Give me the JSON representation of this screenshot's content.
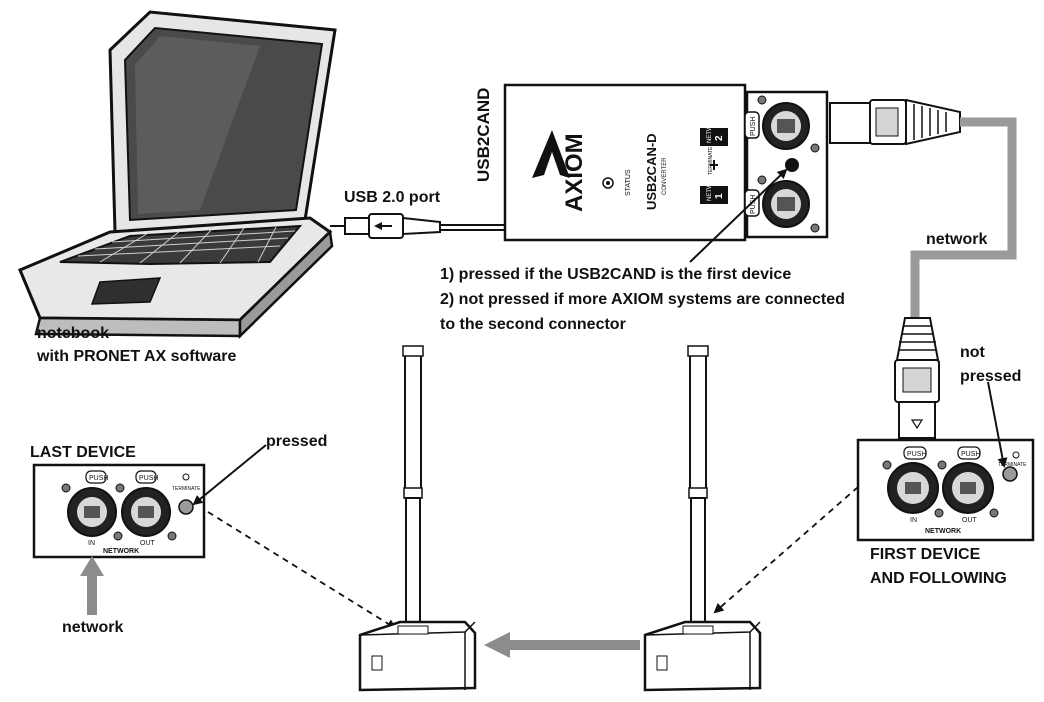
{
  "labels": {
    "usb_port": "USB 2.0 port",
    "usb2cand_vertical": "USB2CAND",
    "network_top": "network",
    "notes": [
      "1) pressed if the USB2CAND is the first device",
      "2) not pressed if more AXIOM systems are connected",
      "to the second connector"
    ],
    "notebook": [
      "notebook",
      "with PRONET AX software"
    ],
    "not_pressed": [
      "not",
      "pressed"
    ],
    "last_device": "LAST DEVICE",
    "pressed": "pressed",
    "first_device": [
      "FIRST DEVICE",
      "AND FOLLOWING"
    ],
    "network_bottom": "network"
  },
  "converter": {
    "brand": "AXIOM",
    "model": "USB2CAN-D",
    "model_sub": "CONVERTER",
    "status": "STATUS",
    "network_2": "NETWORK",
    "network_2_num": "2",
    "network_1": "NETWORK",
    "network_1_num": "1",
    "terminate": "TERMINATE",
    "push": "PUSH"
  },
  "panels": {
    "push": "PUSH",
    "in": "IN",
    "out": "OUT",
    "network": "NETWORK",
    "terminate": "TERMINATE"
  },
  "colors": {
    "cable": "#9a9a9a",
    "arrow": "#8c8c8c",
    "line": "#111111"
  }
}
